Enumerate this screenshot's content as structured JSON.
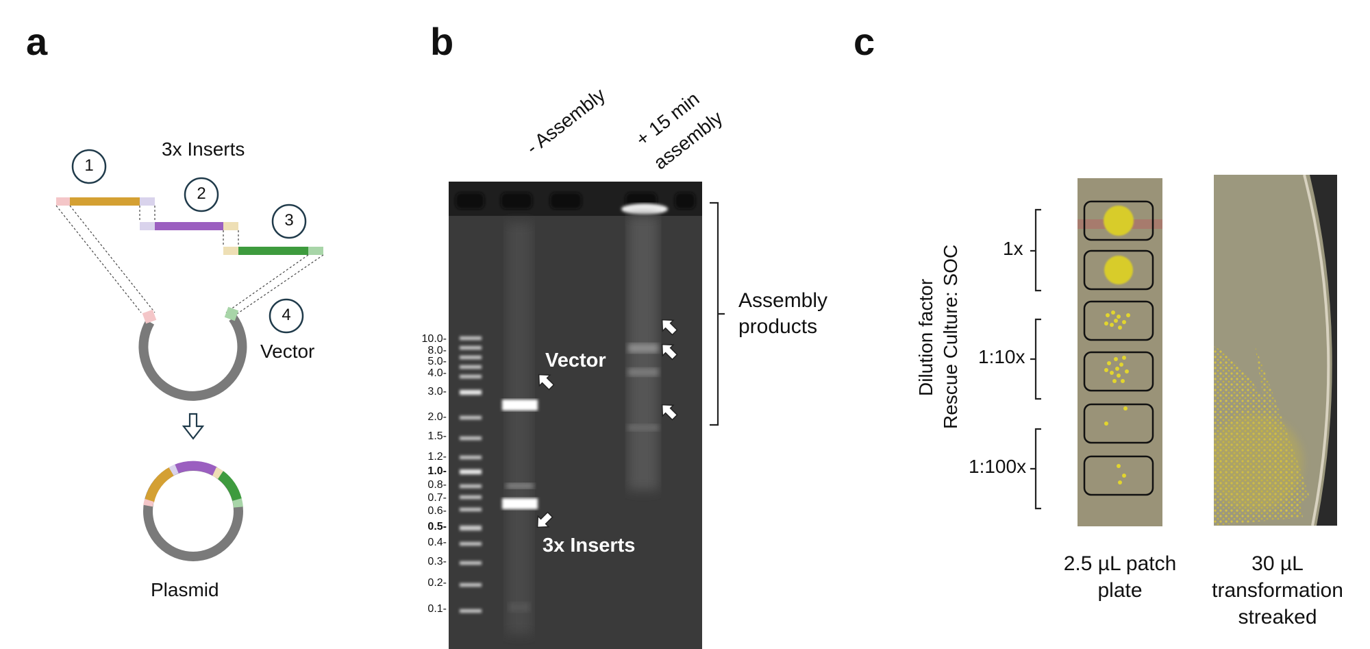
{
  "panels": {
    "a": "a",
    "b": "b",
    "c": "c"
  },
  "panel_a": {
    "inserts_title": "3x Inserts",
    "numbers": [
      "1",
      "2",
      "3",
      "4"
    ],
    "vector_label": "Vector",
    "plasmid_label": "Plasmid",
    "colors": {
      "insert1": "#D4A033",
      "insert2": "#9B5FC0",
      "insert3": "#3E9B3E",
      "backbone": "#7a7a7a",
      "overlap_pink": "#F4C6C8",
      "overlap_lavender": "#D9D3EC",
      "overlap_tan": "#EEDFB5",
      "overlap_green": "#A8D5A8"
    }
  },
  "panel_b": {
    "lane_labels": [
      "- Assembly",
      "+ 15 min",
      "assembly"
    ],
    "ladder": [
      {
        "label": "10.0-",
        "bold": false
      },
      {
        "label": "8.0-",
        "bold": false
      },
      {
        "label": "5.0-",
        "bold": false
      },
      {
        "label": "4.0-",
        "bold": false
      },
      {
        "label": "3.0-",
        "bold": false
      },
      {
        "label": "2.0-",
        "bold": false
      },
      {
        "label": "1.5-",
        "bold": false
      },
      {
        "label": "1.2-",
        "bold": false
      },
      {
        "label": "1.0-",
        "bold": true
      },
      {
        "label": "0.8-",
        "bold": false
      },
      {
        "label": "0.7-",
        "bold": false
      },
      {
        "label": "0.6-",
        "bold": false
      },
      {
        "label": "0.5-",
        "bold": true
      },
      {
        "label": "0.4-",
        "bold": false
      },
      {
        "label": "0.3-",
        "bold": false
      },
      {
        "label": "0.2-",
        "bold": false
      },
      {
        "label": "0.1-",
        "bold": false
      }
    ],
    "vector_label": "Vector",
    "inserts_label": "3x Inserts",
    "bracket_label_line1": "Assembly",
    "bracket_label_line2": "products"
  },
  "panel_c": {
    "axis_line1": "Dilution factor",
    "axis_line2": "Rescue Culture: SOC",
    "dilutions": [
      "1x",
      "1:10x",
      "1:100x"
    ],
    "caption_left_line1": "2.5 µL patch",
    "caption_left_line2": "plate",
    "caption_right_line1": "30 µL",
    "caption_right_line2": "transformation",
    "caption_right_line3": "streaked"
  }
}
